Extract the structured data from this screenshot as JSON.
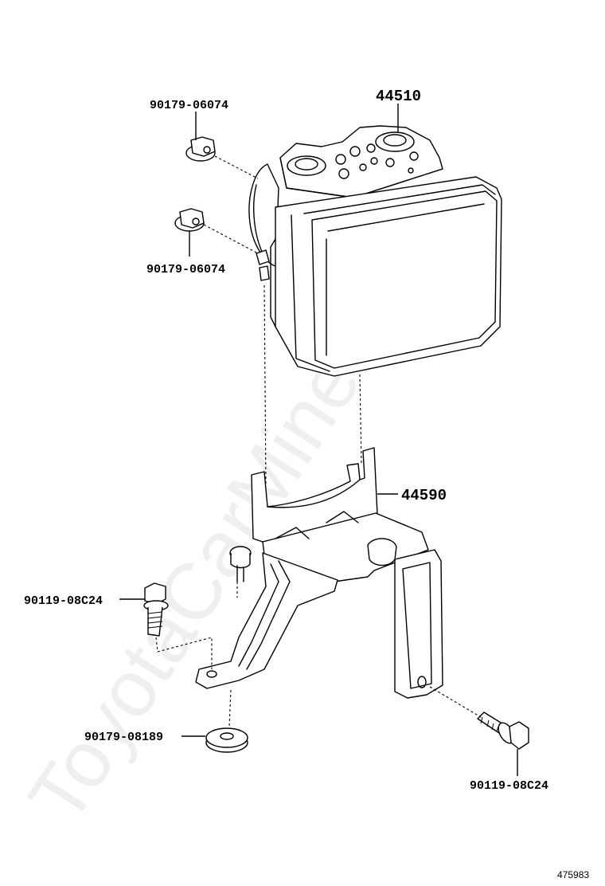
{
  "watermark": "ToyotaCarMine.ru",
  "reference_number": "475983",
  "parts": {
    "actuator": {
      "number": "44510",
      "icon": "abs-actuator-icon"
    },
    "bracket": {
      "number": "44590",
      "icon": "actuator-bracket-icon"
    },
    "nut_upper": {
      "number": "90179-06074",
      "icon": "flange-nut-icon"
    },
    "nut_lower": {
      "number": "90179-06074",
      "icon": "flange-nut-icon"
    },
    "bolt_left": {
      "number": "90119-08C24",
      "icon": "flange-bolt-icon"
    },
    "bolt_right": {
      "number": "90119-08C24",
      "icon": "flange-bolt-icon"
    },
    "grommet_nut": {
      "number": "90179-08189",
      "icon": "grommet-nut-icon"
    }
  }
}
